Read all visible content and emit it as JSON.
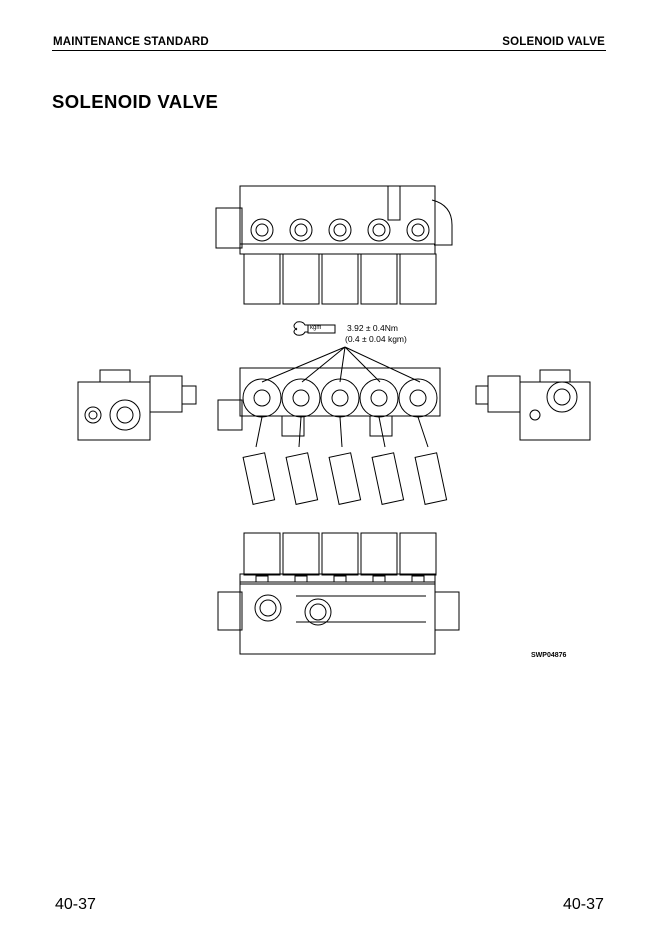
{
  "header": {
    "left": "MAINTENANCE STANDARD",
    "right": "SOLENOID VALVE"
  },
  "title": "SOLENOID VALVE",
  "figure": {
    "torque_unit_label": "kgm",
    "torque_nm": "3.92 ± 0.4Nm",
    "torque_kgm": "(0.4 ± 0.04 kgm)",
    "drawing_code": "SWP04876",
    "solenoid_count": 5
  },
  "footer": {
    "page_left": "40-37",
    "page_right": "40-37"
  }
}
